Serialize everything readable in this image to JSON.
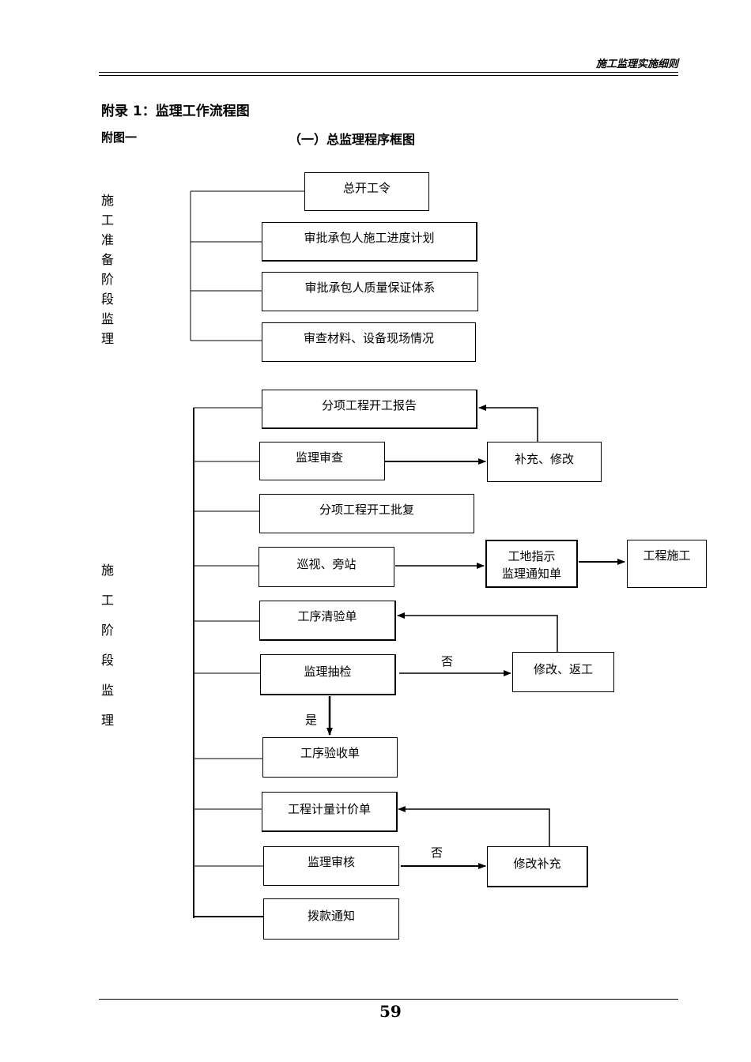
{
  "header": {
    "doc_title": "施工监理实施细则"
  },
  "appendix_title": "附录 1：监理工作流程图",
  "figure": {
    "number": "附图一",
    "title": "（一）总监理程序框图"
  },
  "phases": {
    "prep": [
      "施",
      "工",
      "准",
      "备",
      "阶",
      "段",
      "监",
      "理"
    ],
    "construction": [
      "施",
      "工",
      "阶",
      "段",
      "监",
      "理"
    ]
  },
  "boxes": {
    "start_order": "总开工令",
    "approve_schedule": "审批承包人施工进度计划",
    "approve_quality": "审批承包人质量保证体系",
    "inspect_materials": "审查材料、设备现场情况",
    "sub_start_report": "分项工程开工报告",
    "supervision_review": "监理审查",
    "supplement": "补充、修改",
    "sub_start_approval": "分项工程开工批复",
    "patrol": "巡视、旁站",
    "site_notice_line1": "工地指示",
    "site_notice_line2": "监理通知单",
    "construction": "工程施工",
    "process_check": "工序清验单",
    "spot_check": "监理抽检",
    "rework": "修改、返工",
    "process_accept": "工序验收单",
    "measurement": "工程计量计价单",
    "audit": "监理审核",
    "revise": "修改补充",
    "payment": "拨款通知"
  },
  "labels": {
    "no1": "否",
    "yes": "是",
    "no2": "否"
  },
  "page_number": "59"
}
